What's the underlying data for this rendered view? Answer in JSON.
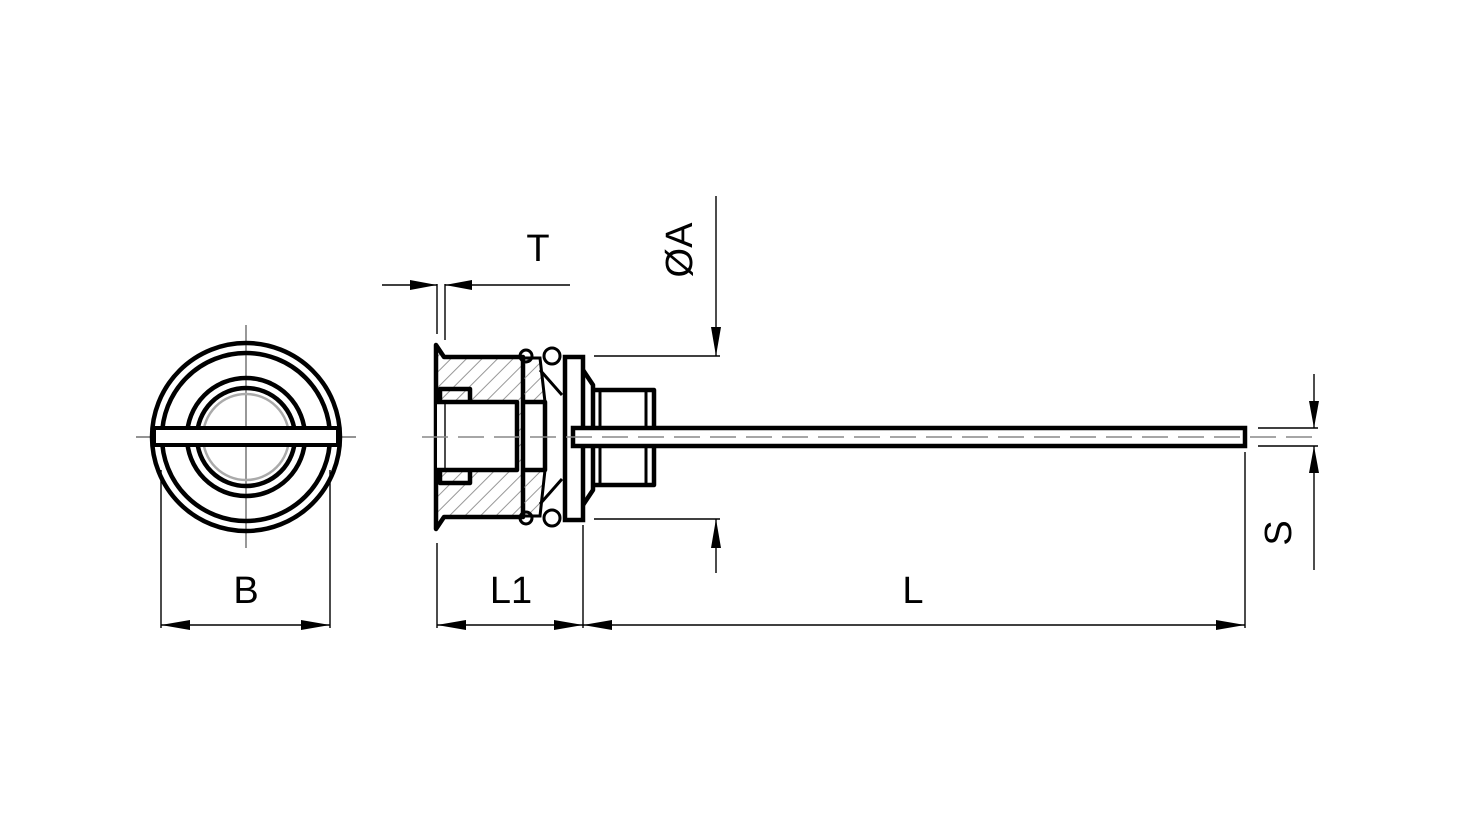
{
  "labels": {
    "B": "B",
    "L1": "L1",
    "L": "L",
    "T": "T",
    "phiA": "ØA",
    "S": "S"
  }
}
